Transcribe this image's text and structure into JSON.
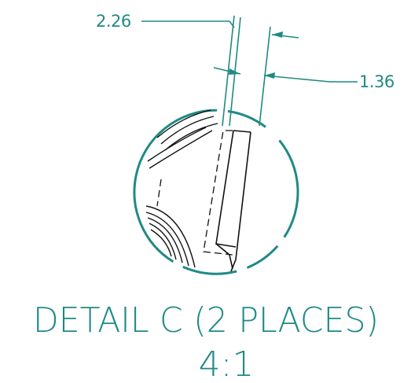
{
  "detail": {
    "dimension_left": "2.26",
    "dimension_right": "1.36",
    "title": "DETAIL C (2 PLACES)",
    "scale": "4:1"
  },
  "colors": {
    "annotation": "#1f8a85",
    "geometry": "#111111"
  }
}
